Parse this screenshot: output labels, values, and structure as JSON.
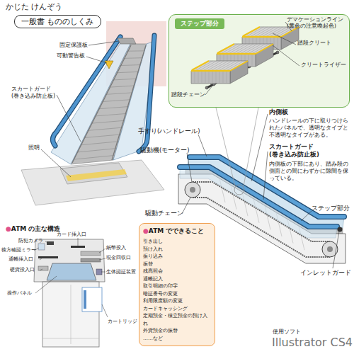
{
  "diagram": {
    "title": "かじた けんぞう",
    "nodes": [
      {
        "text": [
          "一般書 もののしくみ"
        ]
      },
      {
        "text": [
          "ステップ部分"
        ]
      },
      {
        "text": [
          "●ATM でできること",
          "引き出し",
          "預け入れ",
          "振り込み",
          "振替",
          "残高照会",
          "通帳記入",
          "取引明細の印字",
          "暗証番号の変更",
          "利用限度額の変更",
          "カードキャッシング",
          "定期預金・積立預金の預け入れ",
          "外貨預金の振替",
          "……など"
        ]
      }
    ],
    "labels": [
      "固定保護板",
      "可動警告板",
      "スカートガード (巻き込み防止板)",
      "照明",
      "デマケーションライン (黄色の注意喚起色)",
      "踏段クリート",
      "クリートライザー",
      "踏段チェーン",
      "手すり(ハンドレール)",
      "駆動機(モーター)",
      "内側板",
      "ハンドレールの下に取りつけられたパネルで、透明なタイプと不透明なタイプがある。",
      "スカートガード (巻き込み防止板)",
      "内側板の下部にあり、踏み段の側面との間にわずかに隙間を保っている。",
      "ステップ部分",
      "駆動チェーン",
      "インレットガード",
      "●ATM の主な構造",
      "防犯カメラ",
      "カード挿入口",
      "後方確認ミラー",
      "紙幣投入",
      "通帳挿入口",
      "現金回収口",
      "硬貨投入口",
      "生体認証装置",
      "操作パネル",
      "カートリッジ",
      "使用ソフト",
      "Illustrator CS4"
    ]
  }
}
